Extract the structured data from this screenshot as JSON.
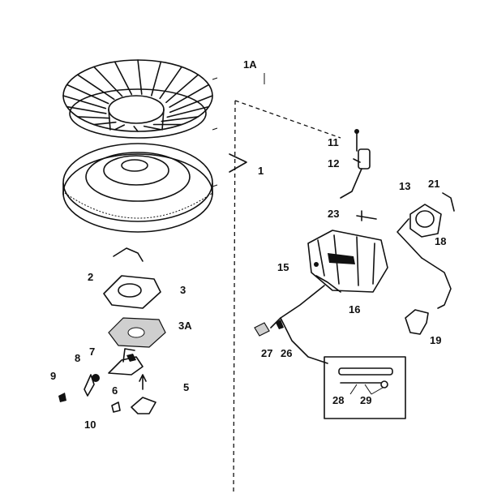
{
  "callouts": {
    "c1A": "1A",
    "c1": "1",
    "c2": "2",
    "c3": "3",
    "c3A": "3A",
    "c5": "5",
    "c6": "6",
    "c7": "7",
    "c8": "8",
    "c9": "9",
    "c10": "10",
    "c11": "11",
    "c12": "12",
    "c13": "13",
    "c15": "15",
    "c16": "16",
    "c18": "18",
    "c19": "19",
    "c21": "21",
    "c23": "23",
    "c26": "26",
    "c27": "27",
    "c28": "28",
    "c29": "29"
  },
  "colors": {
    "ink": "#111111",
    "paper": "#ffffff",
    "shade": "#cfcfcf"
  }
}
